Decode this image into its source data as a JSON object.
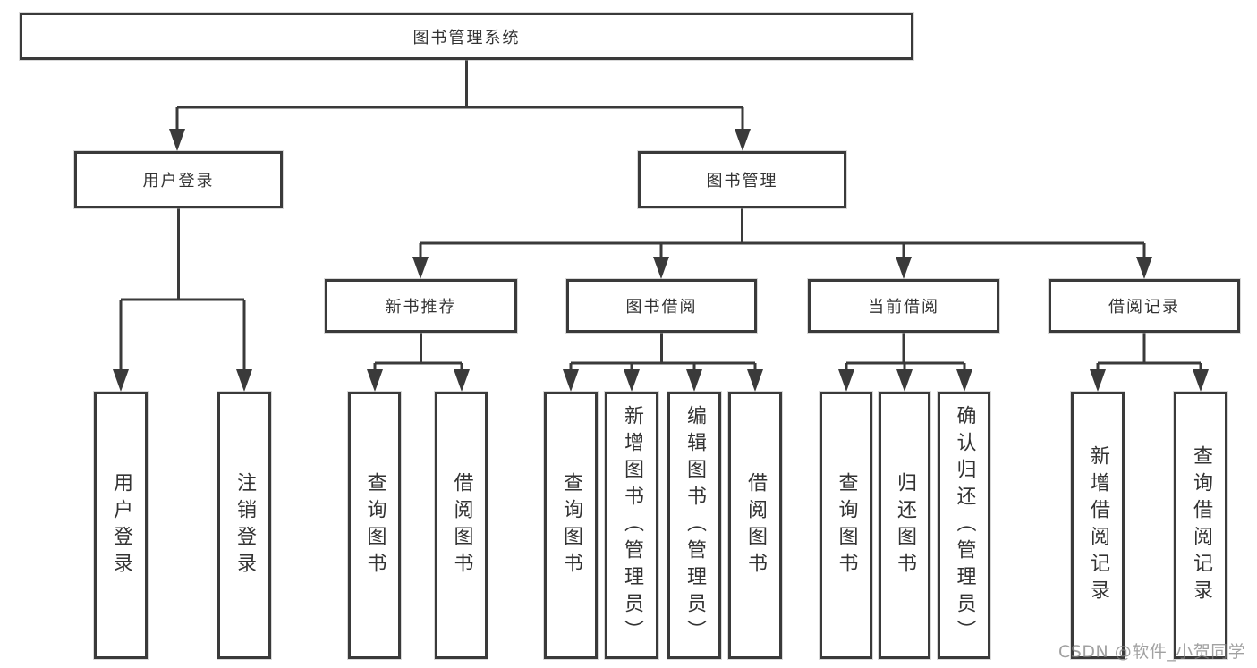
{
  "diagram": {
    "title": "图书管理系统",
    "level1": {
      "login": "用户登录",
      "management": "图书管理"
    },
    "level2": {
      "new_books": "新书推荐",
      "borrow": "图书借阅",
      "current": "当前借阅",
      "records": "借阅记录"
    },
    "leaves": {
      "login_user": "用户登录",
      "login_logout": "注销登录",
      "new_query": "查询图书",
      "new_borrow": "借阅图书",
      "borrow_query": "查询图书",
      "borrow_add": "新增图书（管理员）",
      "borrow_edit": "编辑图书（管理员）",
      "borrow_borrow": "借阅图书",
      "current_query": "查询图书",
      "current_return": "归还图书",
      "current_confirm": "确认归还（管理员）",
      "records_add": "新增借阅记录",
      "records_query": "查询借阅记录"
    }
  },
  "watermark": {
    "text": "CSDN @软件_小贺同学"
  },
  "colors": {
    "line": "#3a3a3a",
    "border": "#3a3a3a",
    "text": "#333333",
    "watermark": "#828282",
    "background": "#ffffff"
  }
}
